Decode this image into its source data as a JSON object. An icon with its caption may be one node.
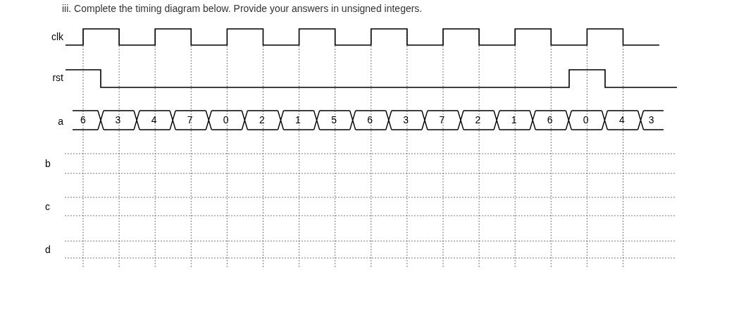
{
  "diagram": {
    "title": "iii. Complete the timing diagram below. Provide your answers in unsigned integers.",
    "labels": [
      "clk",
      "rst",
      "a",
      "6",
      "3",
      "4",
      "7",
      "0",
      "2",
      "1",
      "5",
      "6",
      "3",
      "7",
      "2",
      "1",
      "6",
      "0",
      "4",
      "3",
      "b",
      "c",
      "d"
    ]
  }
}
